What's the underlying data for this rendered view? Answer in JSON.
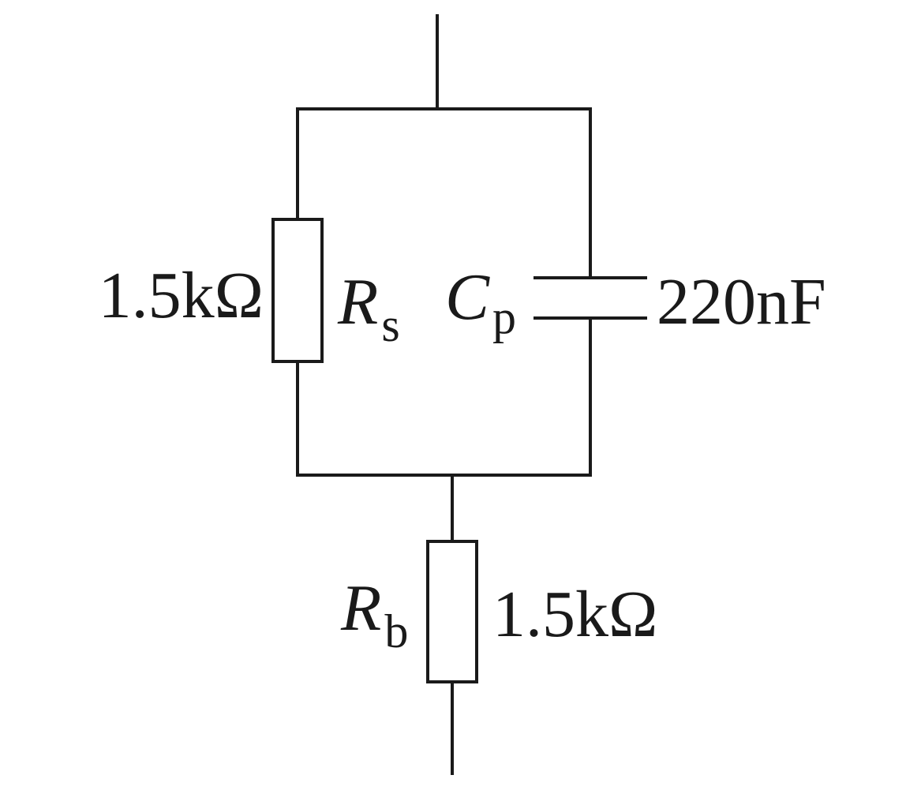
{
  "components": {
    "rs": {
      "symbol": "R",
      "subscript": "s",
      "value": "1.5kΩ"
    },
    "cp": {
      "symbol": "C",
      "subscript": "p",
      "value": "220nF"
    },
    "rb": {
      "symbol": "R",
      "subscript": "b",
      "value": "1.5kΩ"
    }
  },
  "colors": {
    "stroke": "#1a1a1a",
    "background": "#ffffff"
  }
}
